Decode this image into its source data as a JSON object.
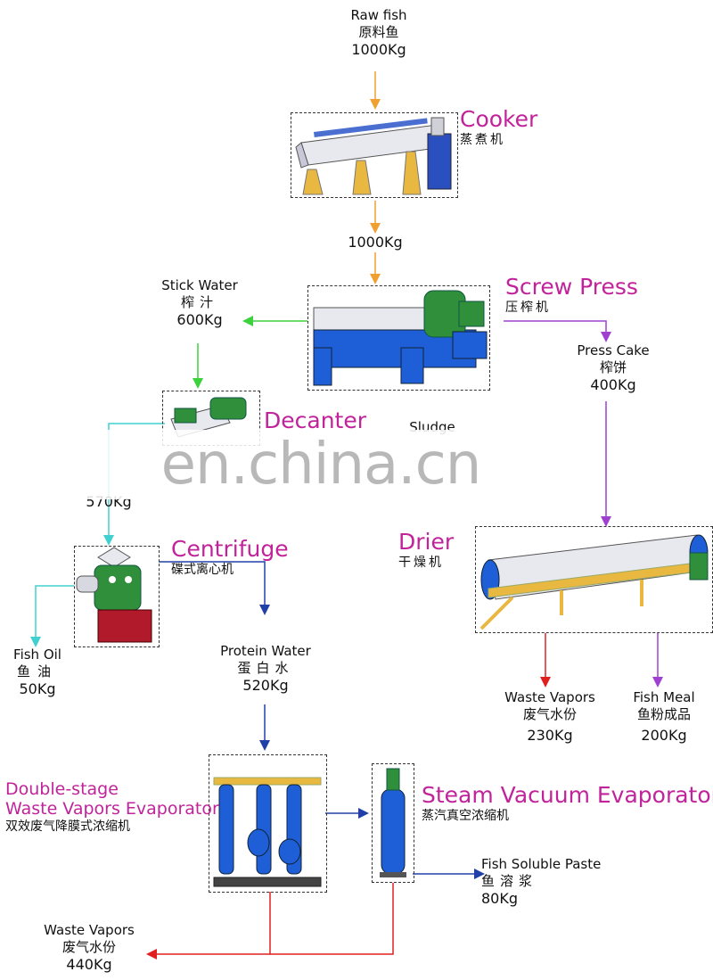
{
  "raw_fish": {
    "en": "Raw fish",
    "cn": "原料鱼",
    "qty": "1000Kg"
  },
  "cooker": {
    "en": "Cooker",
    "cn": "蒸煮机"
  },
  "after_cooker_qty": "1000Kg",
  "screw_press": {
    "en": "Screw Press",
    "cn": "压榨机"
  },
  "stick_water": {
    "en": "Stick Water",
    "cn": "榨汁",
    "qty": "600Kg"
  },
  "press_cake": {
    "en": "Press Cake",
    "cn": "榨饼",
    "qty": "400Kg"
  },
  "decanter": {
    "en": "Decanter"
  },
  "sludge": "Sludge",
  "decanter_out_qty": "570Kg",
  "watermark": "en.china.cn",
  "centrifuge": {
    "en": "Centrifuge",
    "cn": "碟式离心机"
  },
  "fish_oil": {
    "en": "Fish Oil",
    "cn": "鱼油",
    "qty": "50Kg"
  },
  "protein_water": {
    "en": "Protein Water",
    "cn": "蛋白水",
    "qty": "520Kg"
  },
  "drier": {
    "en": "Drier",
    "cn": "干燥机"
  },
  "waste_vapors_drier": {
    "en": "Waste Vapors",
    "cn": "废气水份",
    "qty": "230Kg"
  },
  "fish_meal": {
    "en": "Fish Meal",
    "cn": "鱼粉成品",
    "qty": "200Kg"
  },
  "double_stage": {
    "en1": "Double-stage",
    "en2": "Waste Vapors Evaporator",
    "cn": "双效废气降膜式浓缩机"
  },
  "steam_vacuum": {
    "en": "Steam Vacuum Evaporator",
    "cn": "蒸汽真空浓缩机"
  },
  "fish_soluble": {
    "en": "Fish Soluble Paste",
    "cn": "鱼溶浆",
    "qty": "80Kg"
  },
  "waste_vapors_final": {
    "en": "Waste Vapors",
    "cn": "废气水份",
    "qty": "440Kg"
  },
  "colors": {
    "orange": "#f0a030",
    "green": "#3cd23c",
    "purple": "#a040d0",
    "cyan": "#40d0d0",
    "navy": "#2040a8",
    "red": "#e02020",
    "magenta_label": "#c1239a",
    "machine_blue": "#1e5fd8",
    "machine_green": "#2f8f3a",
    "machine_yellow": "#e8b840"
  }
}
